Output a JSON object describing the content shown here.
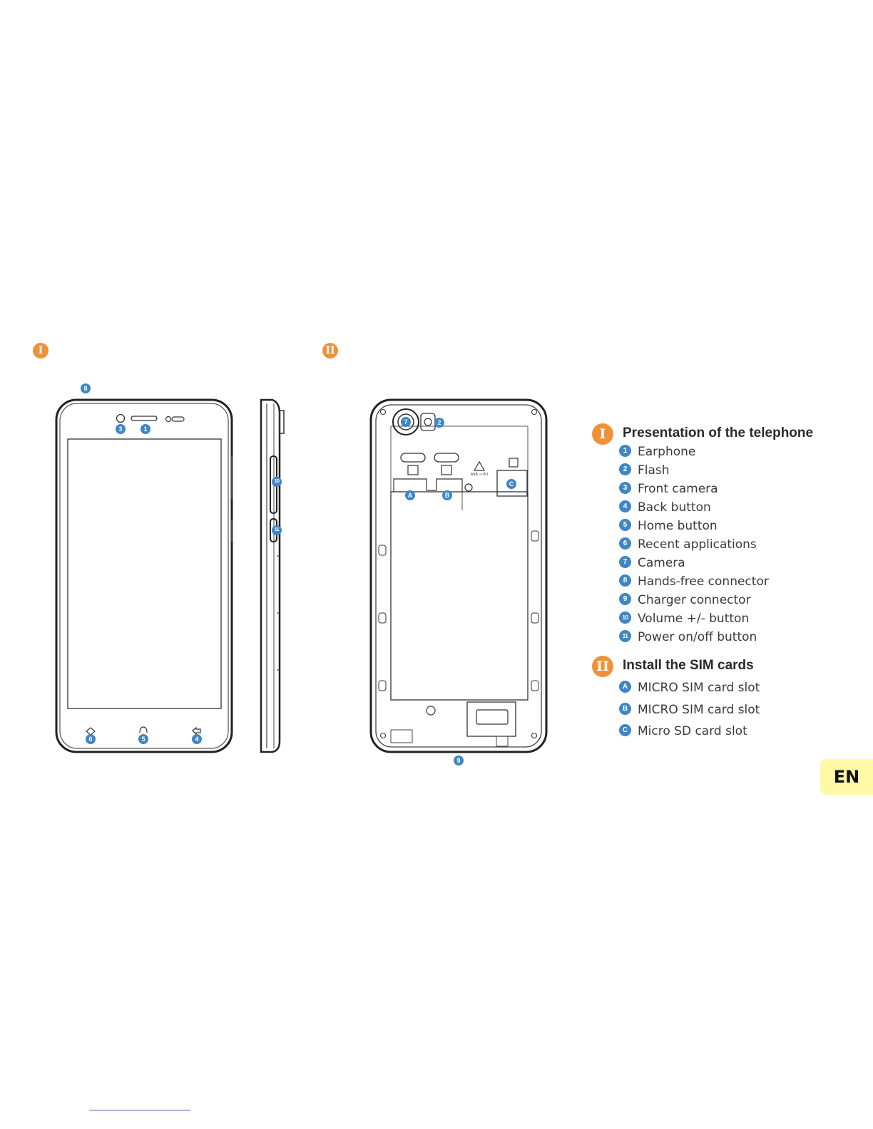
{
  "section_markers": {
    "one": "I",
    "two": "II"
  },
  "callouts": {
    "c1": "1",
    "c2": "2",
    "c3": "3",
    "c4": "4",
    "c5": "5",
    "c6": "6",
    "c7": "7",
    "c8": "8",
    "c9": "9",
    "c10": "10",
    "c11": "11",
    "cA": "A",
    "cB": "B",
    "cC": "C"
  },
  "legend": {
    "section1": {
      "marker": "I",
      "title": "Presentation of the telephone",
      "items": [
        {
          "num": "1",
          "label": "Earphone"
        },
        {
          "num": "2",
          "label": "Flash"
        },
        {
          "num": "3",
          "label": "Front camera"
        },
        {
          "num": "4",
          "label": "Back button"
        },
        {
          "num": "5",
          "label": "Home button"
        },
        {
          "num": "6",
          "label": "Recent applications"
        },
        {
          "num": "7",
          "label": "Camera"
        },
        {
          "num": "8",
          "label": "Hands-free connector"
        },
        {
          "num": "9",
          "label": "Charger connector"
        },
        {
          "num": "10",
          "label": "Volume +/- button"
        },
        {
          "num": "11",
          "label": "Power on/off button"
        }
      ]
    },
    "section2": {
      "marker": "II",
      "title": "Install the SIM cards",
      "items": [
        {
          "num": "A",
          "label": "MICRO SIM card slot"
        },
        {
          "num": "B",
          "label": "MICRO SIM card slot"
        },
        {
          "num": "C",
          "label": "Micro SD card slot"
        }
      ]
    }
  },
  "language_tab": "EN",
  "colors": {
    "orange": "#f0913a",
    "blue": "#3f86c4",
    "tab_yellow": "#fff9a6"
  }
}
